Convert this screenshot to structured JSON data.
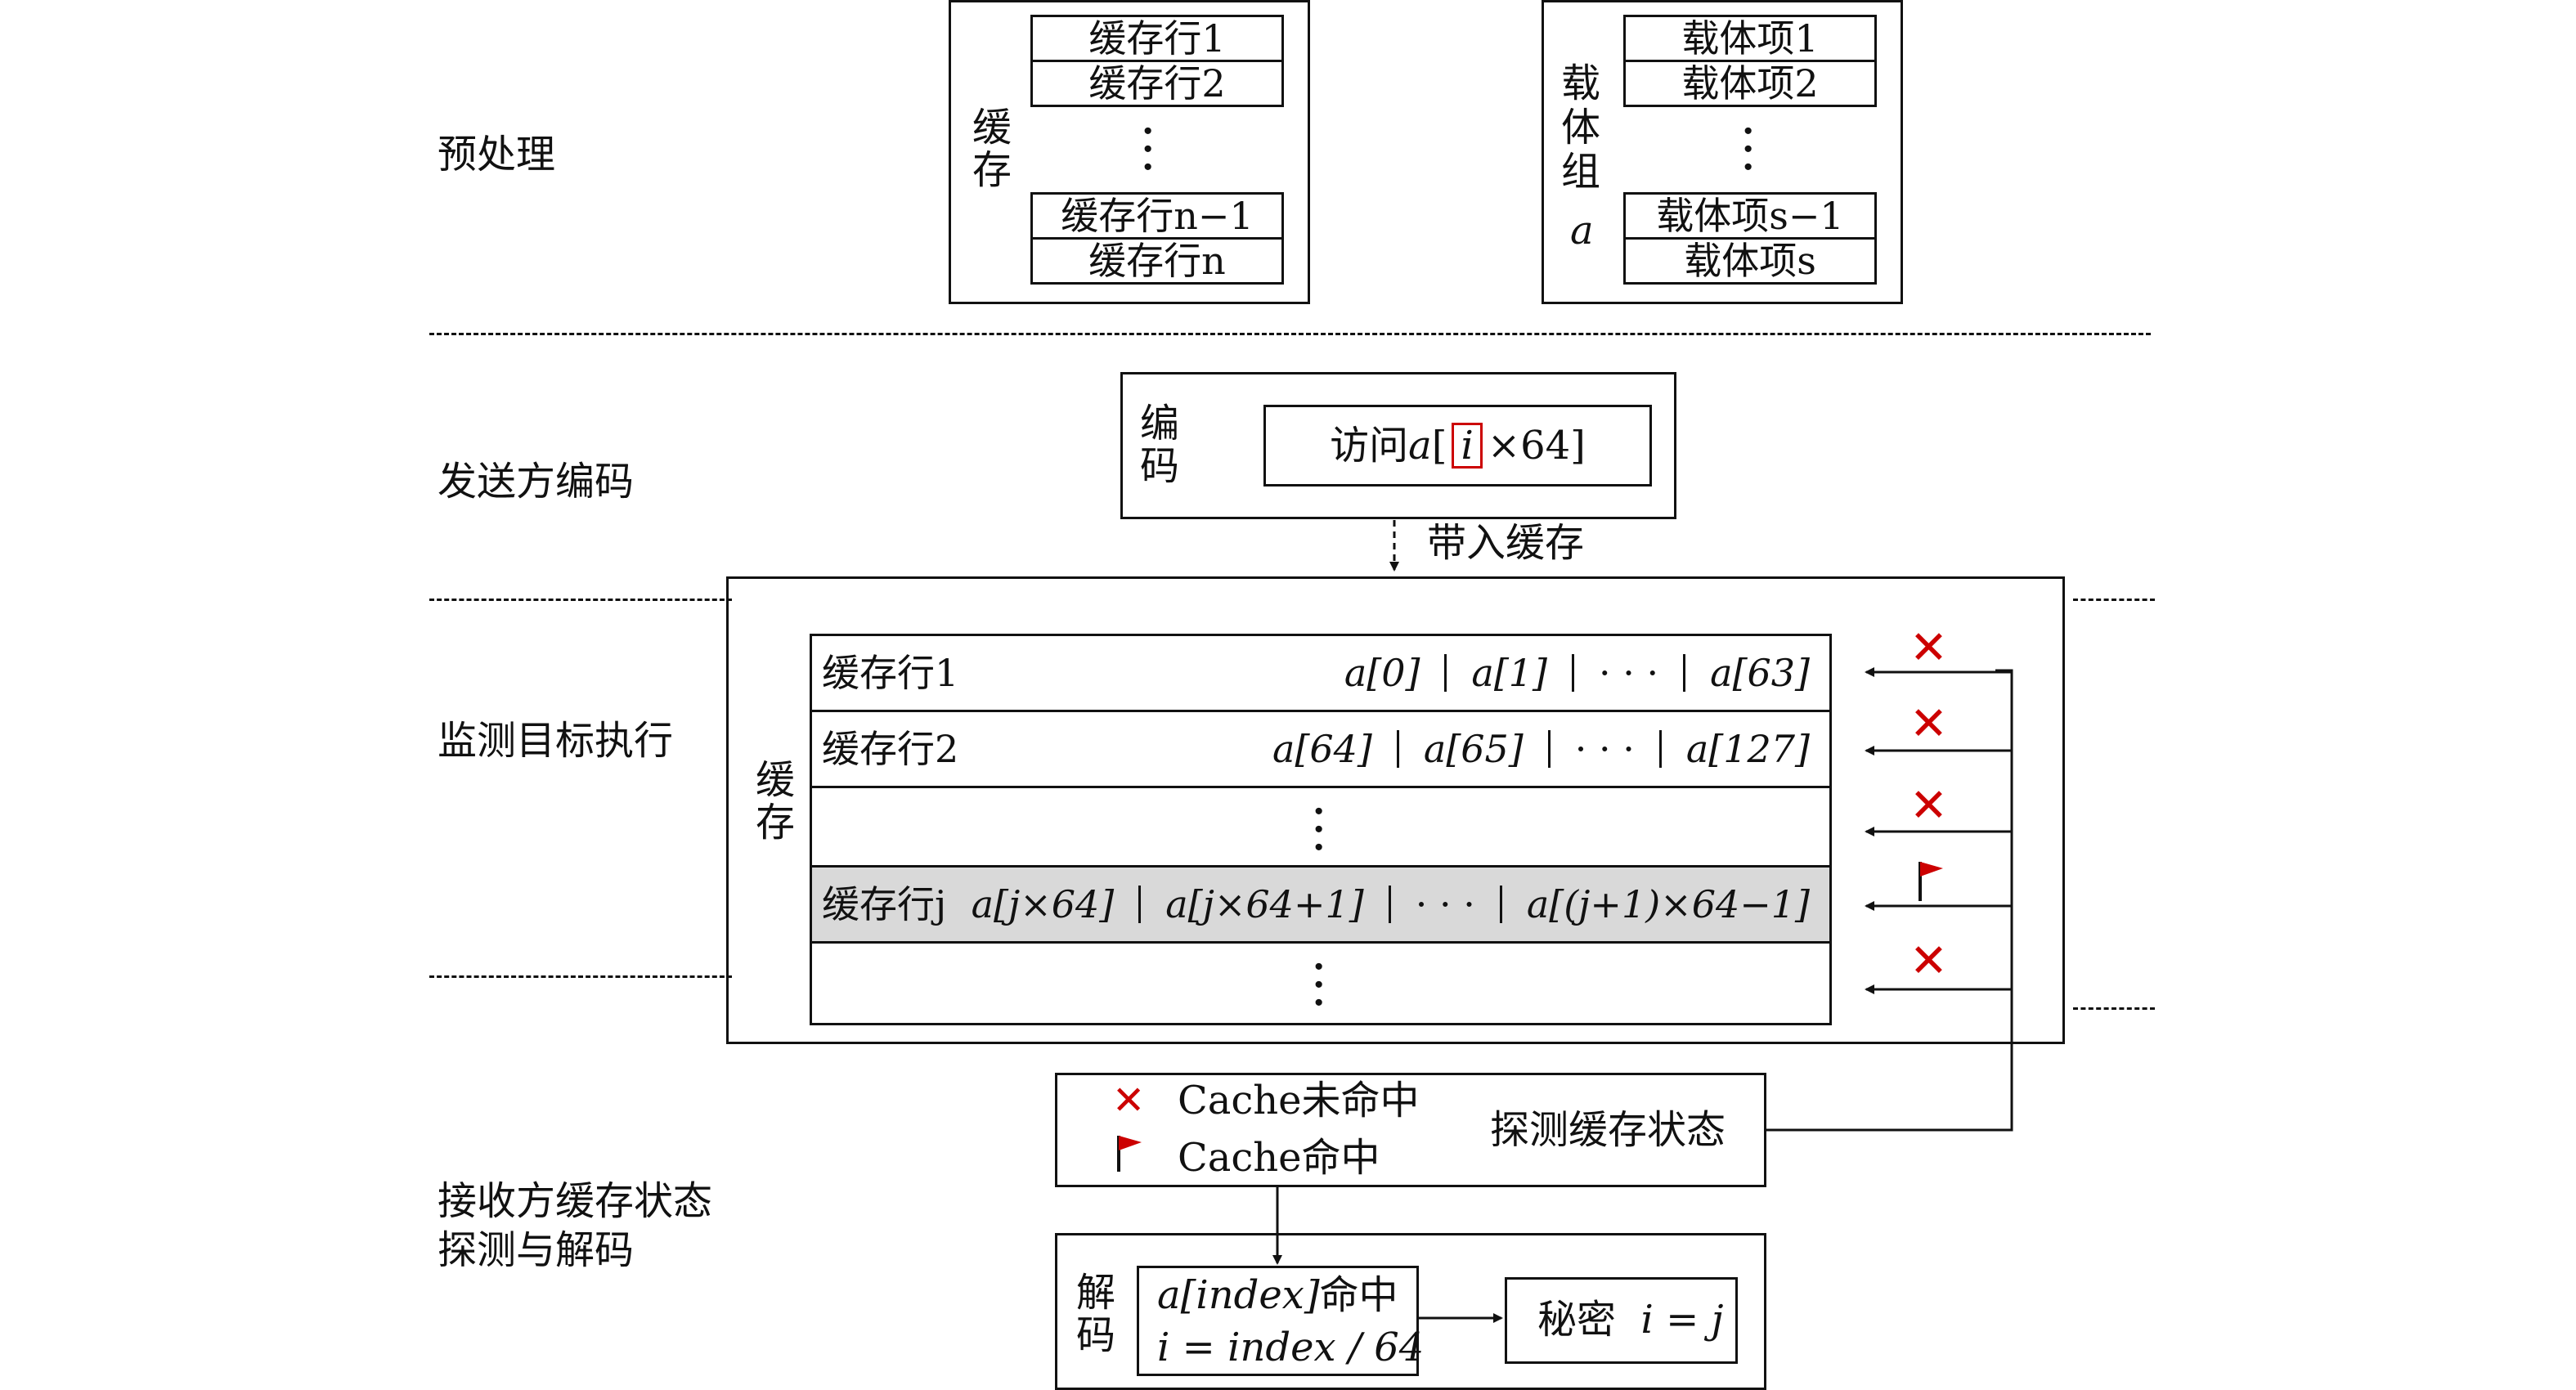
{
  "stages": {
    "preprocess": "预处理",
    "sender_encode": "发送方编码",
    "monitor": "监测目标执行",
    "receiver_line1": "接收方缓存状态",
    "receiver_line2": "探测与解码"
  },
  "cache_box": {
    "side_label": "缓存",
    "lines": [
      "缓存行1",
      "缓存行2",
      "缓存行n−1",
      "缓存行n"
    ],
    "ellipsis": "⋮"
  },
  "payload_box": {
    "side_label": "载体组",
    "side_var": "a",
    "items": [
      "载体项1",
      "载体项2",
      "载体项s−1",
      "载体项s"
    ],
    "ellipsis": "⋮"
  },
  "encode_box": {
    "side_label": "编码",
    "access_prefix": "访问",
    "access_var": "a",
    "bracket_open": "[",
    "index_var": "i",
    "access_suffix": "×64]"
  },
  "bring_in_label": "带入缓存",
  "monitor_cache": {
    "side_label": "缓存",
    "rows": [
      {
        "name": "缓存行1",
        "items": [
          "a[0]",
          "a[1]",
          "· · ·",
          "a[63]"
        ],
        "status": "miss"
      },
      {
        "name": "缓存行2",
        "items": [
          "a[64]",
          "a[65]",
          "· · ·",
          "a[127]"
        ],
        "status": "miss"
      },
      {
        "name": "",
        "items": [],
        "status": "miss",
        "ellipsis": "⋮"
      },
      {
        "name": "缓存行j",
        "items": [
          "a[j×64]",
          "a[j×64+1]",
          "· · ·",
          "a[(j+1)×64−1]"
        ],
        "status": "hit",
        "highlight": "#d9d9d9"
      },
      {
        "name": "",
        "items": [],
        "status": "miss",
        "ellipsis": "⋮"
      }
    ]
  },
  "legend": {
    "miss_label": "Cache未命中",
    "hit_label": "Cache命中",
    "probe_label": "探测缓存状态"
  },
  "decode_box": {
    "side_label": "解码",
    "line1_var": "a[index]",
    "line1_text": "命中",
    "line2": "i = index / 64",
    "secret_label": "秘密",
    "secret_eq": "i = j"
  },
  "colors": {
    "miss": "#cc0000",
    "hit": "#cc0000",
    "highlight": "#d9d9d9",
    "line": "#111111"
  },
  "icons": {
    "miss": "cross-icon",
    "hit": "flag-icon"
  }
}
